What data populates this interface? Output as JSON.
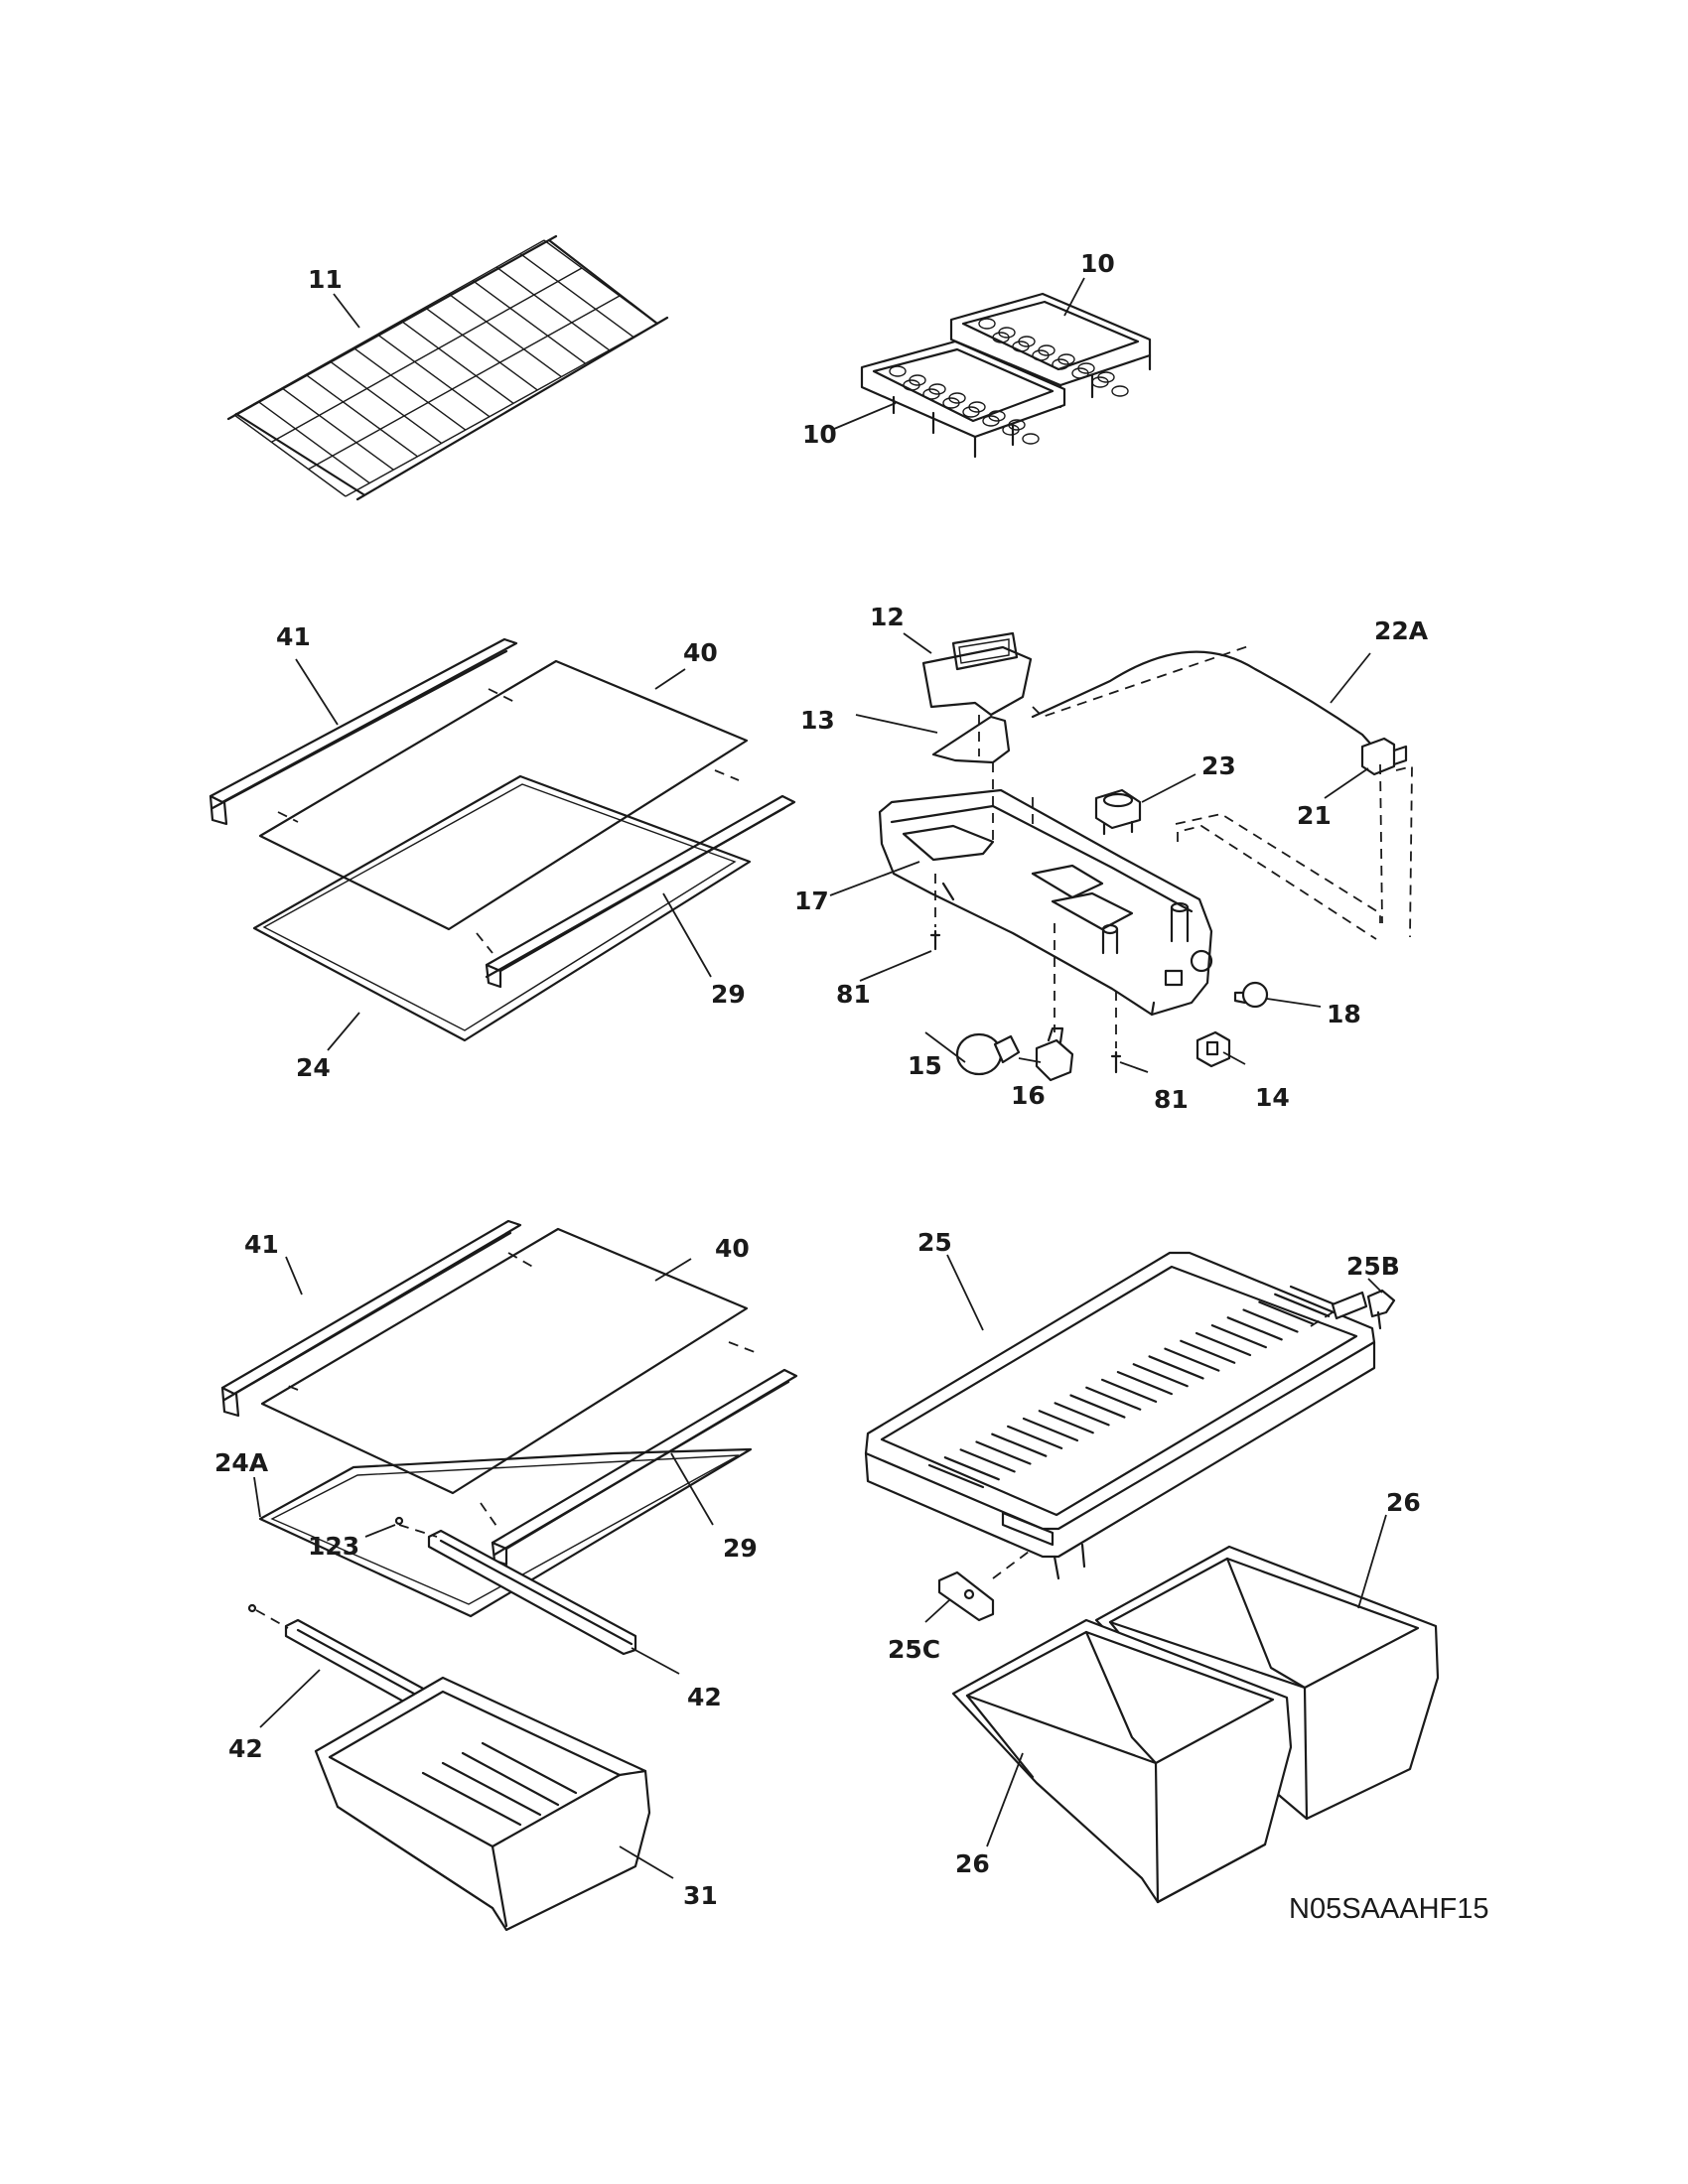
{
  "diagram_code": "N05SAAAHF15",
  "callouts": {
    "c11": "11",
    "c10a": "10",
    "c10b": "10",
    "c41a": "41",
    "c40a": "40",
    "c29a": "29",
    "c24": "24",
    "c12": "12",
    "c13": "13",
    "c22a": "22A",
    "c23": "23",
    "c21": "21",
    "c17": "17",
    "c81a": "81",
    "c15": "15",
    "c16": "16",
    "c81b": "81",
    "c14": "14",
    "c18": "18",
    "c41b": "41",
    "c40b": "40",
    "c24a": "24A",
    "c123": "123",
    "c29b": "29",
    "c42a": "42",
    "c42b": "42",
    "c31": "31",
    "c25": "25",
    "c25b": "25B",
    "c25c": "25C",
    "c26a": "26",
    "c26b": "26"
  },
  "colors": {
    "ink": "#1a1a1a",
    "paper": "#ffffff"
  }
}
